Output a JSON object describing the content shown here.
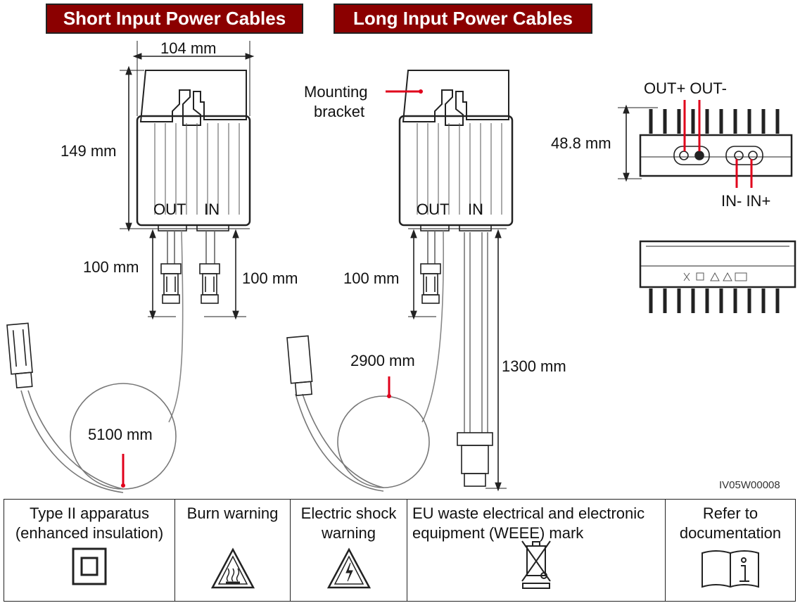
{
  "titles": {
    "short": "Short Input Power Cables",
    "long": "Long Input Power Cables"
  },
  "colors": {
    "title_bg": "#8b0000",
    "callout": "#e0001b"
  },
  "short_cables": {
    "width": "104 mm",
    "height": "149 mm",
    "port_out": "OUT",
    "port_in": "IN",
    "out_cable": "100 mm",
    "in_cable": "100 mm",
    "loop_length": "5100 mm"
  },
  "long_cables": {
    "bracket_label_1": "Mounting",
    "bracket_label_2": "bracket",
    "port_out": "OUT",
    "port_in": "IN",
    "out_cable": "100 mm",
    "loop_length": "2900 mm",
    "in_cable": "1300 mm"
  },
  "side_view": {
    "depth": "48.8 mm",
    "out_labels": "OUT+ OUT-",
    "in_labels": "IN- IN+"
  },
  "figure_id": "IV05W00008",
  "legend": [
    {
      "label": "Type II apparatus (enhanced insulation)",
      "icon": "double-square-icon"
    },
    {
      "label": "Burn warning",
      "icon": "hot-surface-icon"
    },
    {
      "label": "Electric shock warning",
      "icon": "high-voltage-icon"
    },
    {
      "label": "EU waste electrical and electronic equipment (WEEE) mark",
      "icon": "weee-bin-icon"
    },
    {
      "label": "Refer to documentation",
      "icon": "manual-info-icon"
    }
  ]
}
